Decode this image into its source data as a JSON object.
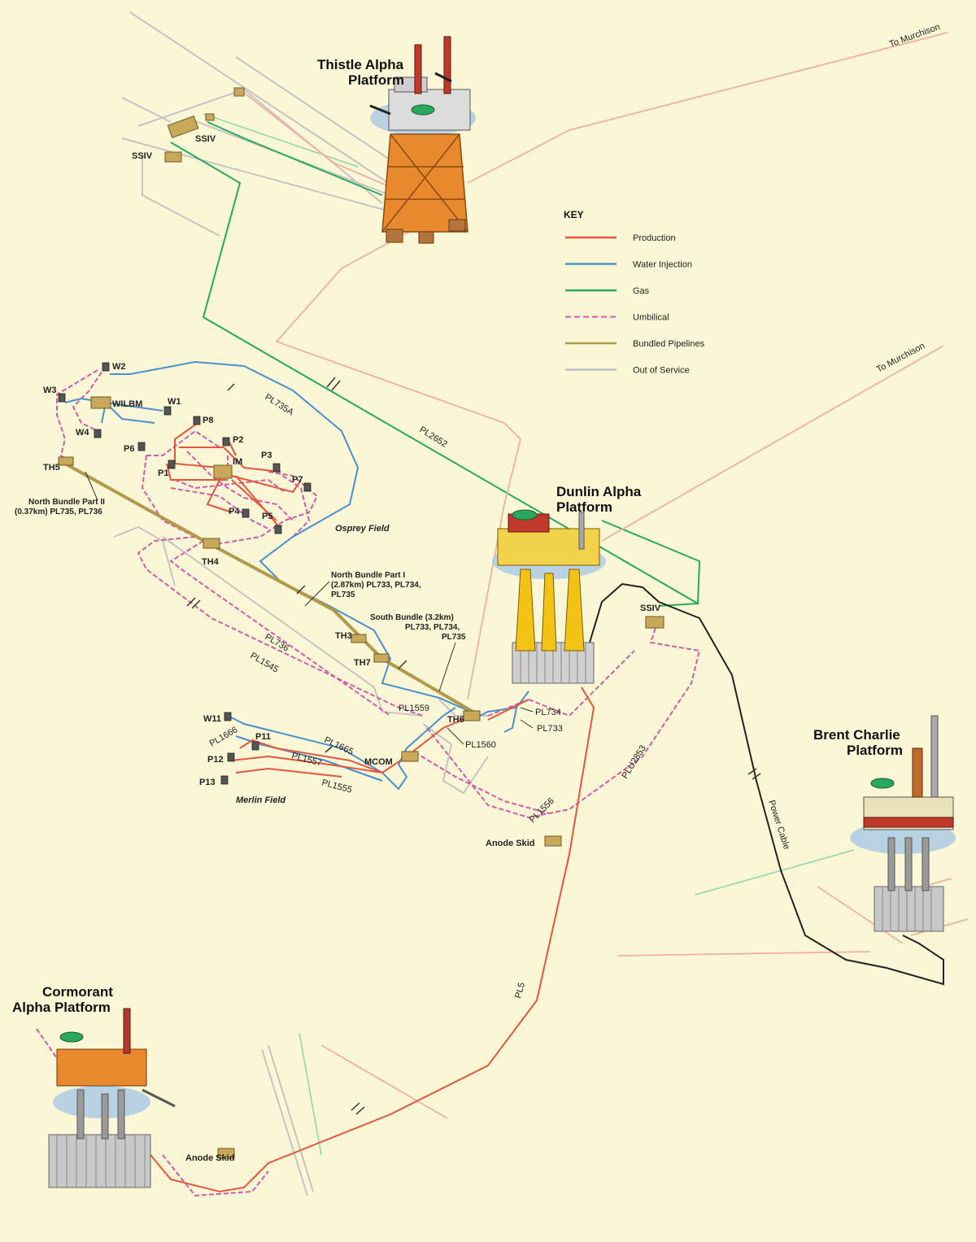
{
  "platforms": {
    "thistle": {
      "line1": "Thistle Alpha",
      "line2": "Platform"
    },
    "dunlin": {
      "line1": "Dunlin Alpha",
      "line2": "Platform"
    },
    "brent": {
      "line1": "Brent Charlie",
      "line2": "Platform"
    },
    "cormorant": {
      "line1": "Cormorant",
      "line2": "Alpha Platform"
    }
  },
  "key": {
    "title": "KEY",
    "items": [
      {
        "label": "Production",
        "color": "#e8553c",
        "style": "solid"
      },
      {
        "label": "Water Injection",
        "color": "#4a90d0",
        "style": "solid"
      },
      {
        "label": "Gas",
        "color": "#2aa860",
        "style": "solid"
      },
      {
        "label": "Umbilical",
        "color": "#d65aa8",
        "style": "dashed"
      },
      {
        "label": "Bundled Pipelines",
        "color": "#b39a4a",
        "style": "solid"
      },
      {
        "label": "Out of Service",
        "color": "#bdbdbd",
        "style": "solid"
      }
    ]
  },
  "labels": {
    "to_murchison_1": "To Murchison",
    "to_murchison_2": "To Murchison",
    "ssiv_1": "SSIV",
    "ssiv_2": "SSIV",
    "ssiv_3": "SSIV",
    "pl735a": "PL735A",
    "pl2652": "PL2652",
    "w2": "W2",
    "w3": "W3",
    "wilbm": "WILBM",
    "w1": "W1",
    "w4": "W4",
    "p8": "P8",
    "p2": "P2",
    "p6": "P6",
    "im": "IM",
    "p3": "P3",
    "p1": "P1",
    "p7": "P7",
    "th5": "TH5",
    "p4": "P4",
    "p5": "P5",
    "north_bundle_ii_title": "North Bundle Part II",
    "north_bundle_ii_detail": "(0.37km) PL735, PL736",
    "osprey_field": "Osprey Field",
    "th4": "TH4",
    "north_bundle_i_title": "North Bundle Part I",
    "north_bundle_i_detail1": "(2.87km) PL733, PL734,",
    "north_bundle_i_detail2": "PL735",
    "south_bundle_title": "South Bundle (3.2km)",
    "south_bundle_detail1": "PL733, PL734,",
    "south_bundle_detail2": "PL735",
    "th3": "TH3",
    "pl736": "PL736",
    "th7": "TH7",
    "pl1545": "PL1545",
    "pl1559": "PL1559",
    "pl734": "PL734",
    "th6": "TH6",
    "pl733": "PL733",
    "w11": "W11",
    "pl1666": "PL1666",
    "p11": "P11",
    "pl1560": "PL1560",
    "pl1665": "PL1665",
    "p12": "P12",
    "pl1557": "PL1557",
    "mcom": "MCOM",
    "p13": "P13",
    "pl1555": "PL1555",
    "merlin_field": "Merlin Field",
    "plu2853": "PLU2853",
    "pl1556": "PL1556",
    "anode_skid_1": "Anode Skid",
    "anode_skid_2": "Anode Skid",
    "power_cable": "Power Cable",
    "pl5": "PL5"
  }
}
